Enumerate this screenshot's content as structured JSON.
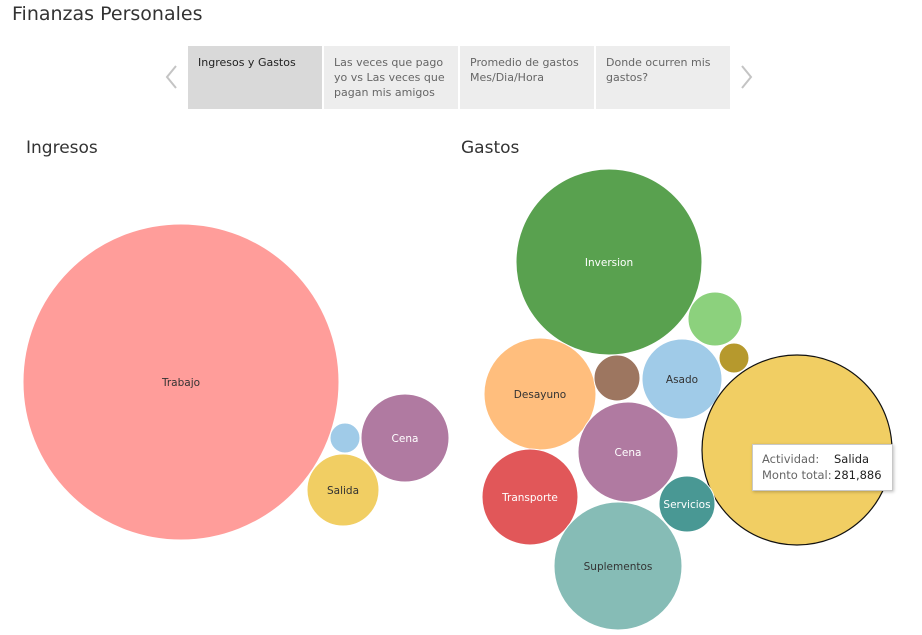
{
  "app": {
    "title": "Finanzas Personales"
  },
  "story_tabs": [
    {
      "label": "Ingresos y Gastos",
      "active": true
    },
    {
      "label": "Las veces que pago yo vs Las veces que pagan mis amigos",
      "active": false
    },
    {
      "label": "Promedio de gastos Mes/Dia/Hora",
      "active": false
    },
    {
      "label": "Donde ocurren mis gastos?",
      "active": false
    }
  ],
  "sections": {
    "ingresos": "Ingresos",
    "gastos": "Gastos"
  },
  "tooltip": {
    "activity_key": "Actividad:",
    "activity_value": "Salida",
    "amount_key": "Monto total:",
    "amount_value": "281,886"
  },
  "colors": {
    "trabajo": "#ff9d9a",
    "cena": "#b07aa1",
    "salida": "#f1ce63",
    "otro_azul": "#a0cbe8",
    "inversion": "#59a14f",
    "desayuno": "#ffbe7d",
    "asado": "#a0cbe8",
    "transporte": "#e15759",
    "suplementos": "#86bcb6",
    "servicios": "#499894",
    "verde_claro": "#8cd17d",
    "oliva": "#b6992d",
    "marron": "#9d7660"
  },
  "chart_data": [
    {
      "type": "packed-bubble",
      "title": "Ingresos",
      "size_measure": "Monto total",
      "series": [
        {
          "label": "Trabajo",
          "color": "#ff9d9a"
        },
        {
          "label": "Cena",
          "color": "#b07aa1"
        },
        {
          "label": "Salida",
          "color": "#f1ce63"
        },
        {
          "label": "",
          "color": "#a0cbe8"
        }
      ]
    },
    {
      "type": "packed-bubble",
      "title": "Gastos",
      "size_measure": "Monto total",
      "series": [
        {
          "label": "Inversion",
          "color": "#59a14f"
        },
        {
          "label": "",
          "color": "#8cd17d"
        },
        {
          "label": "",
          "color": "#b6992d"
        },
        {
          "label": "Desayuno",
          "color": "#ffbe7d"
        },
        {
          "label": "",
          "color": "#9d7660"
        },
        {
          "label": "Asado",
          "color": "#a0cbe8"
        },
        {
          "label": "Salida",
          "color": "#f1ce63",
          "value": 281886
        },
        {
          "label": "Cena",
          "color": "#b07aa1"
        },
        {
          "label": "Transporte",
          "color": "#e15759"
        },
        {
          "label": "Servicios",
          "color": "#499894"
        },
        {
          "label": "Suplementos",
          "color": "#86bcb6"
        }
      ]
    }
  ]
}
